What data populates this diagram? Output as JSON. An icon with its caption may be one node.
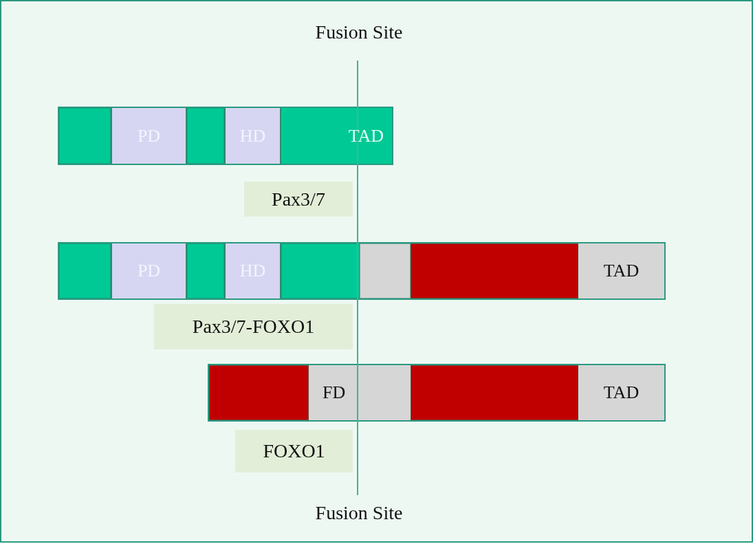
{
  "diagram": {
    "nodes": [
      {
        "text": [],
        "shape": "bar"
      },
      {
        "text": [],
        "shape": "box",
        "in": 0
      },
      {
        "text": [
          "PD"
        ],
        "in": 0
      },
      {
        "text": [],
        "shape": "box",
        "in": 0
      },
      {
        "text": [
          "HD"
        ],
        "in": 0
      },
      {
        "text": [
          "TAD"
        ],
        "in": 0
      },
      {
        "text": [],
        "shape": "bar"
      },
      {
        "text": [],
        "shape": "box",
        "in": 6
      },
      {
        "text": [
          "PD"
        ],
        "in": 6
      },
      {
        "text": [],
        "shape": "box",
        "in": 6
      },
      {
        "text": [
          "HD"
        ],
        "in": 6
      },
      {
        "text": [],
        "shape": "box",
        "in": 6
      },
      {
        "text": [],
        "shape": "box",
        "in": 6
      },
      {
        "text": [],
        "shape": "box",
        "in": 6
      },
      {
        "text": [
          "TAD"
        ],
        "in": 6
      },
      {
        "text": [],
        "shape": "bar"
      },
      {
        "text": [],
        "shape": "box",
        "in": 15
      },
      {
        "text": [
          "FD"
        ],
        "in": 15
      },
      {
        "text": [],
        "shape": "box",
        "in": 15
      },
      {
        "text": [
          "TAD"
        ],
        "in": 15
      }
    ],
    "labels": [
      "Fusion Site",
      "Pax3/7",
      "Pax3/7-FOXO1",
      "FOXO1",
      "Fusion Site"
    ]
  }
}
